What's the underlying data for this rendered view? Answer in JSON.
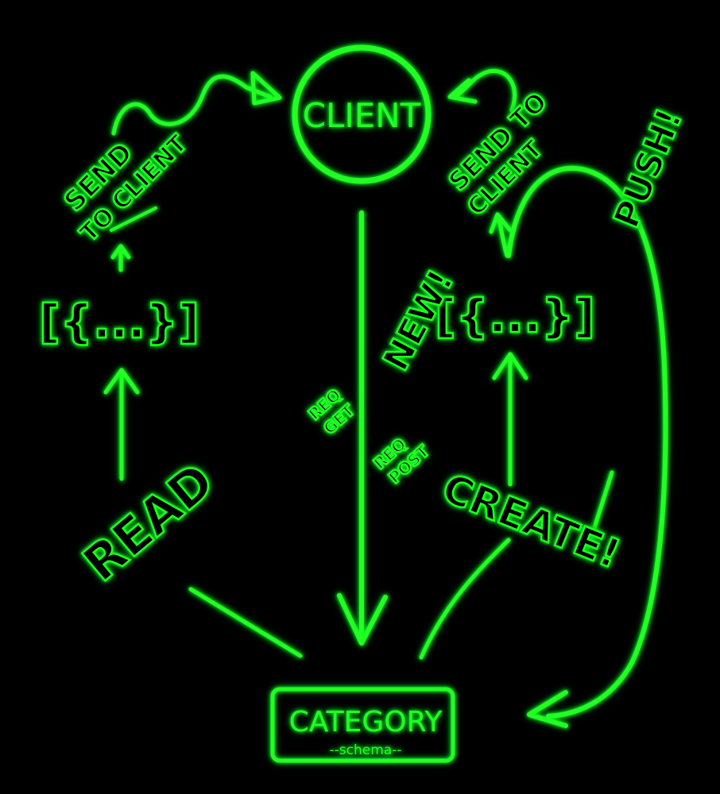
{
  "nodes": {
    "client": {
      "label": "CLIENT"
    },
    "category": {
      "label": "CATEGORY",
      "sublabel": "--schema--"
    }
  },
  "labels": {
    "send_to_client_left": [
      "SEND",
      "TO CLIENT"
    ],
    "send_to_client_right": [
      "SEND TO",
      "CLIENT"
    ],
    "push": "PUSH!",
    "new": "NEW!",
    "read": "READ",
    "create": "CREATE!",
    "req_get": [
      "REQ",
      "GET"
    ],
    "req_post": [
      "REQ",
      "POST"
    ],
    "json_left": "[{...}]",
    "json_right": "[{...}]"
  },
  "colors": {
    "accent": "#22ff22",
    "background": "#000000"
  }
}
